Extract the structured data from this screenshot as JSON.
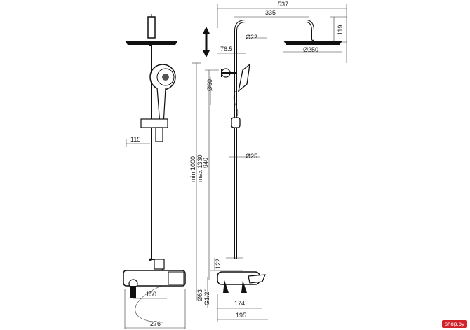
{
  "dimensions": {
    "front_width_top": "537",
    "front_width_arm": "335",
    "front_height_head": "119",
    "pipe_dia_top": "Ø22",
    "head_offset": "76.5",
    "head_dia": "Ø250",
    "holder_dia": "Ø60",
    "column_dia": "Ø25",
    "height_940": "940",
    "height_range": "min 1000\nmax 1330",
    "height_min": "min 1000",
    "height_max": "max 1330",
    "spout_122": "122",
    "spout_dia": "Ø63",
    "thread": "G1/2\"",
    "base_174": "174",
    "base_195": "195",
    "side_115": "115",
    "side_150": "150",
    "side_276": "276"
  },
  "watermark": "shop.by"
}
